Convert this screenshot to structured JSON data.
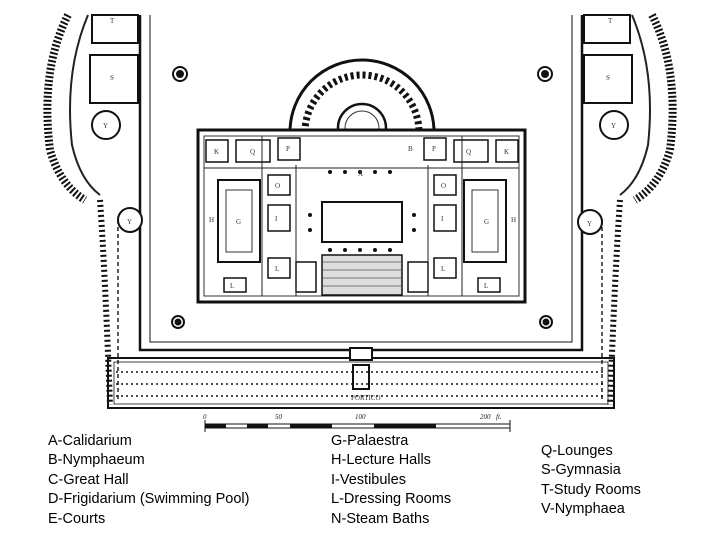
{
  "plan": {
    "portico_label": "PORTICO",
    "scale": {
      "ticks": [
        "0",
        "50",
        "100",
        "200"
      ],
      "unit": "ft."
    },
    "room_letters": [
      "T",
      "S",
      "Y",
      "Q",
      "P",
      "B",
      "K",
      "A",
      "O",
      "H",
      "G",
      "I",
      "L"
    ]
  },
  "legend": {
    "col1": [
      {
        "key": "A",
        "text": "-Calidarium"
      },
      {
        "key": "B",
        "text": "-Nymphaeum"
      },
      {
        "key": "C",
        "text": "-Great Hall"
      },
      {
        "key": "D",
        "text": "-Frigidarium (Swimming Pool)"
      },
      {
        "key": "E",
        "text": "-Courts"
      }
    ],
    "col2": [
      {
        "key": "G",
        "text": "-Palaestra"
      },
      {
        "key": "H",
        "text": "-Lecture Halls"
      },
      {
        "key": "I",
        "text": "-Vestibules"
      },
      {
        "key": "L",
        "text": "-Dressing Rooms"
      },
      {
        "key": "N",
        "text": "-Steam Baths"
      }
    ],
    "col3": [
      {
        "key": "Q",
        "text": "-Lounges"
      },
      {
        "key": "S",
        "text": "-Gymnasia"
      },
      {
        "key": "T",
        "text": "-Study Rooms"
      },
      {
        "key": "V",
        "text": "-Nymphaea"
      }
    ]
  }
}
